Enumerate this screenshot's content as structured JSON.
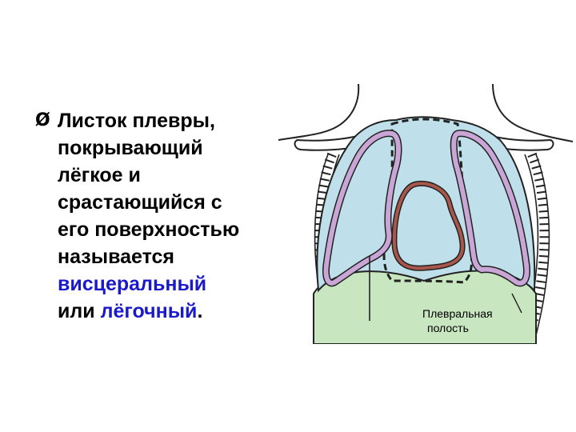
{
  "bullet": {
    "marker": "Ø",
    "lines": [
      "Листок плевры,",
      "покрывающий",
      "лёгкое и",
      "срастающийся с",
      "его поверхностью",
      "называется"
    ],
    "term_visceral": "висцеральный",
    "connector": "или",
    "term_pulmonary": "лёгочный",
    "end": "."
  },
  "diagram": {
    "label_line1": "Плевральная",
    "label_line2": "полость",
    "colors": {
      "lung": "#bfe0ea",
      "diaphragm": "#c8e6c0",
      "pleura": "#c9a6d6",
      "heart": "#a8574a"
    }
  }
}
